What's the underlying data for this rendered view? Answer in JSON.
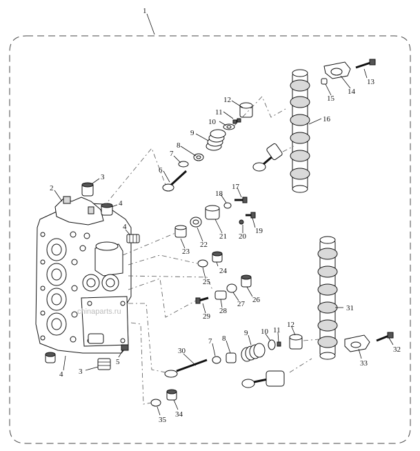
{
  "assembly_label": "1",
  "watermark": "chinaparts.ru",
  "callouts": [
    {
      "id": "c2",
      "text": "2"
    },
    {
      "id": "c3a",
      "text": "3"
    },
    {
      "id": "c4a",
      "text": "4"
    },
    {
      "id": "c4b",
      "text": "4"
    },
    {
      "id": "c4c",
      "text": "4"
    },
    {
      "id": "c3b",
      "text": "3"
    },
    {
      "id": "c5",
      "text": "5"
    },
    {
      "id": "c6",
      "text": "6"
    },
    {
      "id": "c7a",
      "text": "7"
    },
    {
      "id": "c8a",
      "text": "8"
    },
    {
      "id": "c9a",
      "text": "9"
    },
    {
      "id": "c10a",
      "text": "10"
    },
    {
      "id": "c11a",
      "text": "11"
    },
    {
      "id": "c12a",
      "text": "12"
    },
    {
      "id": "c13",
      "text": "13"
    },
    {
      "id": "c14",
      "text": "14"
    },
    {
      "id": "c15",
      "text": "15"
    },
    {
      "id": "c16",
      "text": "16"
    },
    {
      "id": "c17",
      "text": "17"
    },
    {
      "id": "c18",
      "text": "18"
    },
    {
      "id": "c19",
      "text": "19"
    },
    {
      "id": "c20",
      "text": "20"
    },
    {
      "id": "c21",
      "text": "21"
    },
    {
      "id": "c22",
      "text": "22"
    },
    {
      "id": "c23",
      "text": "23"
    },
    {
      "id": "c24",
      "text": "24"
    },
    {
      "id": "c25",
      "text": "25"
    },
    {
      "id": "c26",
      "text": "26"
    },
    {
      "id": "c27",
      "text": "27"
    },
    {
      "id": "c28",
      "text": "28"
    },
    {
      "id": "c29",
      "text": "29"
    },
    {
      "id": "c30",
      "text": "30"
    },
    {
      "id": "c7b",
      "text": "7"
    },
    {
      "id": "c8b",
      "text": "8"
    },
    {
      "id": "c9b",
      "text": "9"
    },
    {
      "id": "c10b",
      "text": "10"
    },
    {
      "id": "c11b",
      "text": "11"
    },
    {
      "id": "c12b",
      "text": "12"
    },
    {
      "id": "c31",
      "text": "31"
    },
    {
      "id": "c32",
      "text": "32"
    },
    {
      "id": "c33",
      "text": "33"
    },
    {
      "id": "c34",
      "text": "34"
    },
    {
      "id": "c35",
      "text": "35"
    }
  ]
}
